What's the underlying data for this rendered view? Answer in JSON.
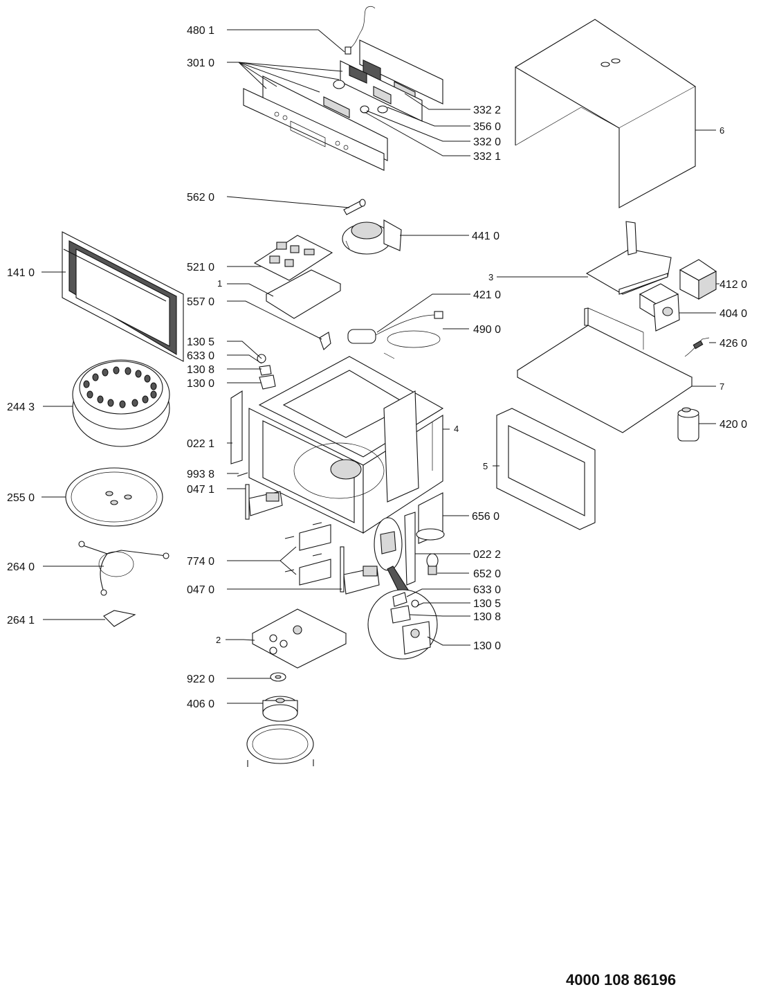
{
  "document": {
    "number": "4000 108 86196"
  },
  "callouts": {
    "c4801": "480 1",
    "c3010": "301 0",
    "c3322": "332 2",
    "c3560": "356 0",
    "c3320": "332 0",
    "c3321": "332 1",
    "c5620": "562 0",
    "c4410": "441 0",
    "c1410": "141 0",
    "c5210": "521 0",
    "c1": "1",
    "c5570": "557 0",
    "c4210": "421 0",
    "c4900": "490 0",
    "c1305a": "130 5",
    "c6330a": "633 0",
    "c1308a": "130 8",
    "c1300a": "130 0",
    "c2443": "244 3",
    "c0221": "022 1",
    "c4": "4",
    "c9938": "993 8",
    "c0471": "047 1",
    "c2550": "255 0",
    "c6560": "656 0",
    "c7740": "774 0",
    "c0222": "022 2",
    "c2640": "264 0",
    "c6520": "652 0",
    "c0470": "047 0",
    "c6330b": "633 0",
    "c1305b": "130 5",
    "c1308b": "130 8",
    "c2641": "264 1",
    "c2": "2",
    "c1300b": "130 0",
    "c9220": "922 0",
    "c4060": "406 0",
    "c6": "6",
    "c3": "3",
    "c4120": "412 0",
    "c4040": "404 0",
    "c4260": "426 0",
    "c7": "7",
    "c5": "5",
    "c4200": "420 0"
  }
}
